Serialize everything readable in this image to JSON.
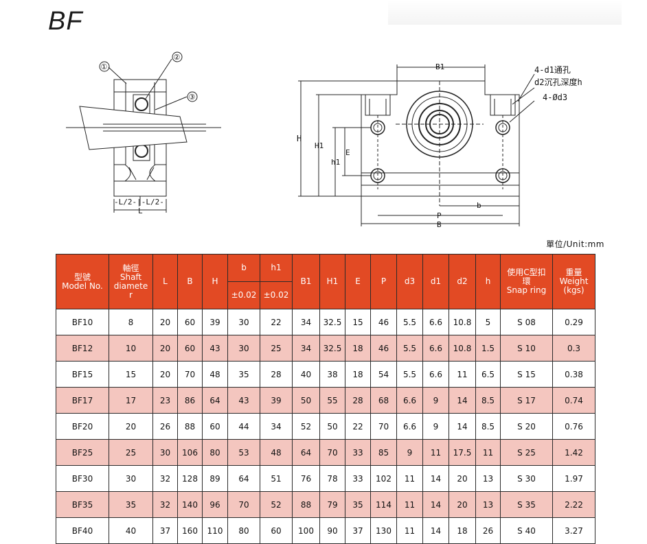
{
  "title": "BF",
  "unit_label": "單位/Unit:mm",
  "drawing_labels": {
    "part1": "①",
    "part2": "②",
    "part3": "③",
    "L_half": "-L/2-|-L/2-",
    "L": "L",
    "B1": "B1",
    "H": "H",
    "H1": "H1",
    "h1": "h1",
    "E": "E",
    "b": "b",
    "P": "P",
    "B": "B",
    "d1_note": "4-d1通孔",
    "d2_note": "d2沉孔深度h",
    "d3_note": "4-Ød3"
  },
  "table": {
    "headers": {
      "model": [
        "型號",
        "Model No."
      ],
      "shaft": [
        "軸徑",
        "Shaft",
        "diamete",
        "r"
      ],
      "L": "L",
      "B": "B",
      "H": "H",
      "b": "b",
      "b_tol": "±0.02",
      "h1": "h1",
      "h1_tol": "±0.02",
      "B1": "B1",
      "H1": "H1",
      "E": "E",
      "P": "P",
      "d3": "d3",
      "d1": "d1",
      "d2": "d2",
      "h": "h",
      "snap": [
        "使用C型扣",
        "環",
        "Snap ring"
      ],
      "weight": [
        "重量",
        "Weight",
        "(kgs)"
      ]
    },
    "rows": [
      [
        "BF10",
        "8",
        "20",
        "60",
        "39",
        "30",
        "22",
        "34",
        "32.5",
        "15",
        "46",
        "5.5",
        "6.6",
        "10.8",
        "5",
        "S 08",
        "0.29"
      ],
      [
        "BF12",
        "10",
        "20",
        "60",
        "43",
        "30",
        "25",
        "34",
        "32.5",
        "18",
        "46",
        "5.5",
        "6.6",
        "10.8",
        "1.5",
        "S 10",
        "0.3"
      ],
      [
        "BF15",
        "15",
        "20",
        "70",
        "48",
        "35",
        "28",
        "40",
        "38",
        "18",
        "54",
        "5.5",
        "6.6",
        "11",
        "6.5",
        "S 15",
        "0.38"
      ],
      [
        "BF17",
        "17",
        "23",
        "86",
        "64",
        "43",
        "39",
        "50",
        "55",
        "28",
        "68",
        "6.6",
        "9",
        "14",
        "8.5",
        "S 17",
        "0.74"
      ],
      [
        "BF20",
        "20",
        "26",
        "88",
        "60",
        "44",
        "34",
        "52",
        "50",
        "22",
        "70",
        "6.6",
        "9",
        "14",
        "8.5",
        "S 20",
        "0.76"
      ],
      [
        "BF25",
        "25",
        "30",
        "106",
        "80",
        "53",
        "48",
        "64",
        "70",
        "33",
        "85",
        "9",
        "11",
        "17.5",
        "11",
        "S 25",
        "1.42"
      ],
      [
        "BF30",
        "30",
        "32",
        "128",
        "89",
        "64",
        "51",
        "76",
        "78",
        "33",
        "102",
        "11",
        "14",
        "20",
        "13",
        "S 30",
        "1.97"
      ],
      [
        "BF35",
        "35",
        "32",
        "140",
        "96",
        "70",
        "52",
        "88",
        "79",
        "35",
        "114",
        "11",
        "14",
        "20",
        "13",
        "S 35",
        "2.22"
      ],
      [
        "BF40",
        "40",
        "37",
        "160",
        "110",
        "80",
        "60",
        "100",
        "90",
        "37",
        "130",
        "11",
        "14",
        "18",
        "26",
        "S 40",
        "3.27"
      ]
    ]
  }
}
